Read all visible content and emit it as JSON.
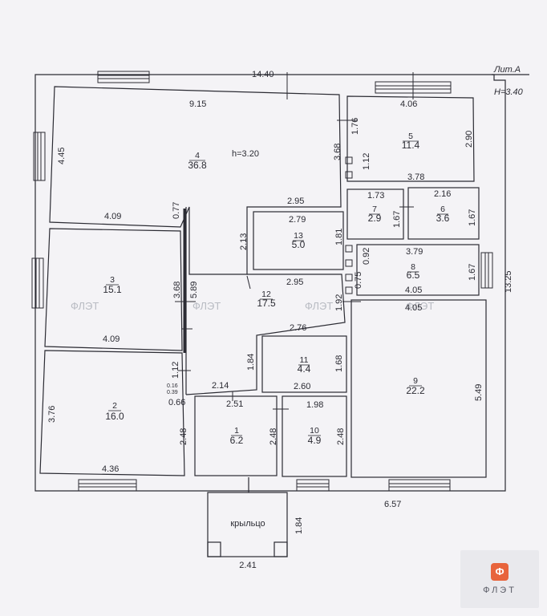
{
  "header": {
    "liter": "Лит.А",
    "height": "Н=3.40",
    "overall_width": "14.40",
    "overall_depth": "13.25"
  },
  "rooms": [
    {
      "num": "1",
      "area": "6.2"
    },
    {
      "num": "2",
      "area": "16.0"
    },
    {
      "num": "3",
      "area": "15.1"
    },
    {
      "num": "4",
      "area": "36.8"
    },
    {
      "num": "5",
      "area": "11.4"
    },
    {
      "num": "6",
      "area": "3.6"
    },
    {
      "num": "7",
      "area": "2.9"
    },
    {
      "num": "8",
      "area": "6.5"
    },
    {
      "num": "9",
      "area": "22.2"
    },
    {
      "num": "10",
      "area": "4.9"
    },
    {
      "num": "11",
      "area": "4.4"
    },
    {
      "num": "12",
      "area": "17.5"
    },
    {
      "num": "13",
      "area": "5.0"
    }
  ],
  "room4_height": "h=3.20",
  "porch": {
    "label": "крыльцо",
    "width": "2.41",
    "depth": "1.84"
  },
  "dims": {
    "d915": "9.15",
    "d445": "4.45",
    "d368a": "3.68",
    "d176": "1.76",
    "d112": "1.12",
    "d406a": "4.06",
    "d290": "2.90",
    "d378": "3.78",
    "d173": "1.73",
    "d216": "2.16",
    "d167a": "1.67",
    "d167b": "1.67",
    "d295a": "2.95",
    "d279": "2.79",
    "d213": "2.13",
    "d181": "1.81",
    "d092": "0.92",
    "d379": "3.79",
    "d167c": "1.67",
    "d405a": "4.05",
    "d405b": "4.05",
    "d409a": "4.09",
    "d077": "0.77",
    "d368b": "3.68",
    "d589": "5.89",
    "d295b": "2.95",
    "d075": "0.75",
    "d192": "1.92",
    "d276": "2.76",
    "d409b": "4.09",
    "d184": "1.84",
    "d168": "1.68",
    "d260": "2.60",
    "d112b": "1.12",
    "d016": "0.16",
    "d039": "0.39",
    "d214": "2.14",
    "d066": "0.66",
    "d251": "2.51",
    "d198": "1.98",
    "d376": "3.76",
    "d248a": "2.48",
    "d248b": "2.48",
    "d248c": "2.48",
    "d436": "4.36",
    "d549": "5.49",
    "d657": "6.57"
  },
  "watermark": "ФЛЭТ",
  "logo": {
    "mark": "Ф",
    "text": "ФЛЭТ"
  },
  "colors": {
    "ink": "#2b2b33",
    "paper": "#f4f3f6",
    "brand": "#e8643c"
  }
}
